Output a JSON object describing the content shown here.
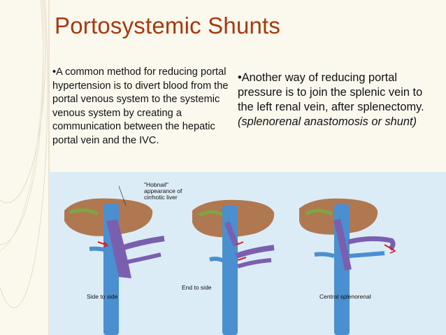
{
  "title": "Portosystemic Shunts",
  "left_text": "•A common method for reducing portal hypertension is to divert blood from the portal venous system to the systemic venous system by creating a communication between the hepatic portal vein and the IVC.",
  "right_text": {
    "main": "•Another way of reducing portal pressure is to join the splenic vein to the left renal vein, after splenectomy.",
    "note": "(splenorenal anastomosis or shunt)"
  },
  "figure": {
    "callout": "\"Hobnail\" appearance of cirrhotic liver",
    "panels": [
      "Side to side",
      "End to side",
      "Central splenorenal"
    ]
  },
  "colors": {
    "title": "#a53a0e",
    "figure_bg": "#dcecf6",
    "liver": "#b07850",
    "portal_vein": "#7a5fb0",
    "ivc": "#4a8fd0",
    "arrow": "#d62020"
  }
}
